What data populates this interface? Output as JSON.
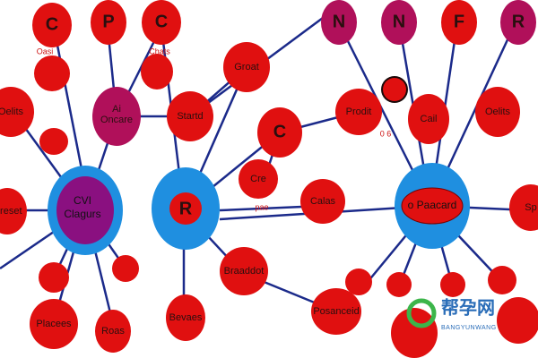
{
  "colors": {
    "node_red": "#e01010",
    "node_magenta": "#b0105a",
    "hub_blue": "#1f8fe0",
    "hub_purple": "#8a1080",
    "edge_navy": "#1b2a8a",
    "background": "#ffffff"
  },
  "nodes": {
    "top_c1": "C",
    "top_p": "P",
    "top_c2": "C",
    "top_n1": "N",
    "top_n2": "N",
    "top_f": "F",
    "top_r": "R",
    "tag_oasi": "Oasi",
    "tag_chats": "Chats",
    "node_groat": "Groat",
    "node_prodit": "Prodit",
    "node_cal": "Cail",
    "node_oelits": "Oelits",
    "node_ai_oncare": "Ai\nOncare",
    "node_startd": "Startd",
    "node_c_mid": "C",
    "node_cre": "Cre",
    "node_calas": "Calas",
    "node_oreset": "Oreset",
    "node_sp": "Sp",
    "node_braaddot": "Braaddot",
    "node_posanceid": "Posanceid",
    "node_bevaes": "Bevaes",
    "node_roas": "Roas",
    "node_placees": "Placees",
    "node_o_left": "Oelits",
    "hub_left_line1": "CVI",
    "hub_left_line2": "Clagurs",
    "hub_mid": "R",
    "hub_right": "o Paacard",
    "small_label_06": "0 6",
    "small_label_pae": "pae"
  },
  "watermark": {
    "text": "帮孕网",
    "subtext": "BANGYUNWANG"
  }
}
